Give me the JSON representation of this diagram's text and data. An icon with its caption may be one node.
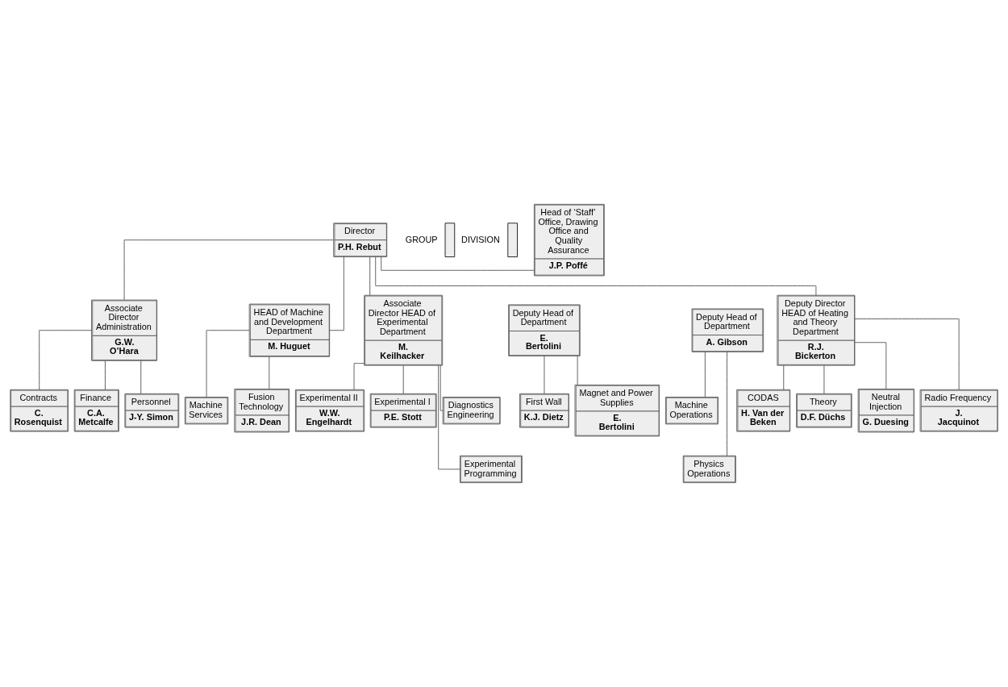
{
  "diagram": {
    "nodes": [
      {
        "text": [
          "Head of ‘Staff’ Office, Drawing Office and Quality Assurance",
          "J.P. Poffé"
        ]
      },
      {
        "text": [
          "Director",
          "P.H. Rebut"
        ]
      },
      {
        "text": [
          "Associate Director Administration",
          "G.W. O’Hara"
        ]
      },
      {
        "text": [
          "HEAD of Machine and Development Department",
          "M. Huguet"
        ]
      },
      {
        "text": [
          "Deputy Head of Department",
          "E. Bertolini"
        ]
      },
      {
        "text": [
          "Associate Director HEAD of Experimental Department",
          "M. Keilhacker"
        ]
      },
      {
        "text": [
          "Deputy Head of Department",
          "A. Gibson"
        ]
      },
      {
        "text": [
          "Deputy Director HEAD of Heating and Theory Department",
          "R.J. Bickerton"
        ]
      },
      {
        "text": [
          "Contracts",
          "C. Rosenquist"
        ]
      },
      {
        "text": [
          "Finance",
          "C.A. Metcalfe"
        ]
      },
      {
        "text": [
          "Personnel",
          "J-Y. Simon"
        ]
      },
      {
        "text": [
          "Machine Services"
        ]
      },
      {
        "text": [
          "Fusion Technology",
          "J.R. Dean"
        ]
      },
      {
        "text": [
          "First Wall",
          "K.J. Dietz"
        ]
      },
      {
        "text": [
          "Magnet and Power Supplies",
          "E. Bertolini"
        ]
      },
      {
        "text": [
          "Experimental II",
          "W.W. Engelhardt"
        ]
      },
      {
        "text": [
          "Experimental I",
          "P.E. Stott"
        ]
      },
      {
        "text": [
          "Diagnostics Engineering"
        ]
      },
      {
        "text": [
          "Experimental Programming"
        ]
      },
      {
        "text": [
          "Machine Operations"
        ]
      },
      {
        "text": [
          "Physics Operations"
        ]
      },
      {
        "text": [
          "CODAS",
          "H. Van der Beken"
        ]
      },
      {
        "text": [
          "Theory",
          "D.F. Düchs"
        ]
      },
      {
        "text": [
          "Neutral Injection",
          "G. Duesing"
        ]
      },
      {
        "text": [
          "Radio Frequency",
          "J. Jacquinot"
        ]
      }
    ],
    "edges": [
      {
        "from": 1,
        "to": 0,
        "arrow": "none"
      },
      {
        "from": 1,
        "to": 2,
        "arrow": "none"
      },
      {
        "from": 1,
        "to": 3,
        "arrow": "none"
      },
      {
        "from": 1,
        "to": 5,
        "arrow": "none"
      },
      {
        "from": 1,
        "to": 7,
        "arrow": "none"
      },
      {
        "from": 2,
        "to": 8,
        "arrow": "none"
      },
      {
        "from": 2,
        "to": 9,
        "arrow": "none"
      },
      {
        "from": 2,
        "to": 10,
        "arrow": "none"
      },
      {
        "from": 3,
        "to": 11,
        "arrow": "none"
      },
      {
        "from": 3,
        "to": 12,
        "arrow": "none"
      },
      {
        "from": 4,
        "to": 13,
        "arrow": "none"
      },
      {
        "from": 4,
        "to": 14,
        "arrow": "none"
      },
      {
        "from": 5,
        "to": 15,
        "arrow": "none"
      },
      {
        "from": 5,
        "to": 16,
        "arrow": "none"
      },
      {
        "from": 5,
        "to": 17,
        "arrow": "none"
      },
      {
        "from": 5,
        "to": 18,
        "arrow": "none"
      },
      {
        "from": 6,
        "to": 19,
        "arrow": "none"
      },
      {
        "from": 6,
        "to": 20,
        "arrow": "none"
      },
      {
        "from": 7,
        "to": 21,
        "arrow": "none"
      },
      {
        "from": 7,
        "to": 22,
        "arrow": "none"
      },
      {
        "from": 7,
        "to": 23,
        "arrow": "none"
      },
      {
        "from": 7,
        "to": 24,
        "arrow": "none"
      }
    ],
    "legend": [
      {
        "text": "GROUP"
      },
      {
        "text": "DIVISION"
      }
    ]
  }
}
